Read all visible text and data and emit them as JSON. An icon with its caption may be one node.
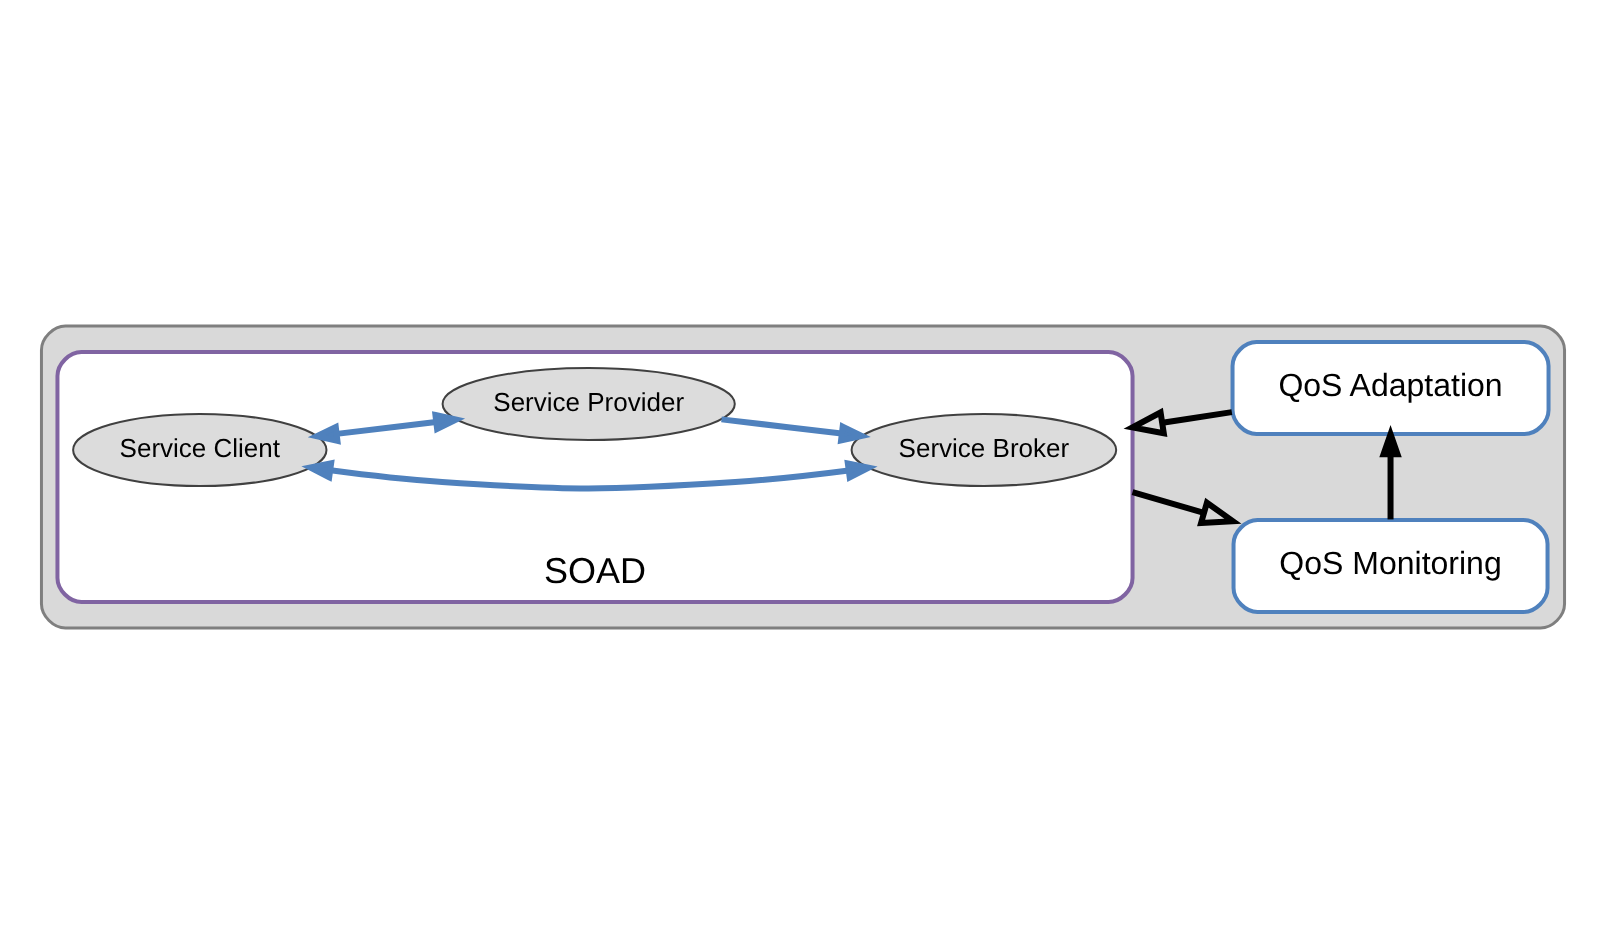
{
  "diagram": {
    "nodes": [
      {
        "text": [],
        "shape": "box"
      },
      {
        "text": [
          "SOAD"
        ],
        "in": 0
      },
      {
        "text": [
          "Service Broker"
        ],
        "in": 1
      },
      {
        "text": [
          "Service Client"
        ],
        "in": 1
      },
      {
        "text": [
          "Service Provider"
        ],
        "in": 1
      },
      {
        "text": [
          "QoS Adaptation"
        ],
        "in": 0
      },
      {
        "text": [
          "QoS Monitoring"
        ],
        "in": 0
      }
    ],
    "edges": [
      {
        "from": 3,
        "to": 2,
        "arrow": "both",
        "color": "#4f81bd"
      },
      {
        "from": 4,
        "to": 2,
        "arrow": "to",
        "color": "#4f81bd"
      },
      {
        "from": 3,
        "to": 4,
        "arrow": "both",
        "color": "#4f81bd"
      },
      {
        "from": 5,
        "to": 1,
        "arrow": "to",
        "color": "#000000"
      },
      {
        "from": 1,
        "to": 6,
        "arrow": "to",
        "color": "#000000"
      },
      {
        "from": 6,
        "to": 5,
        "arrow": "to",
        "color": "#000000"
      }
    ]
  }
}
